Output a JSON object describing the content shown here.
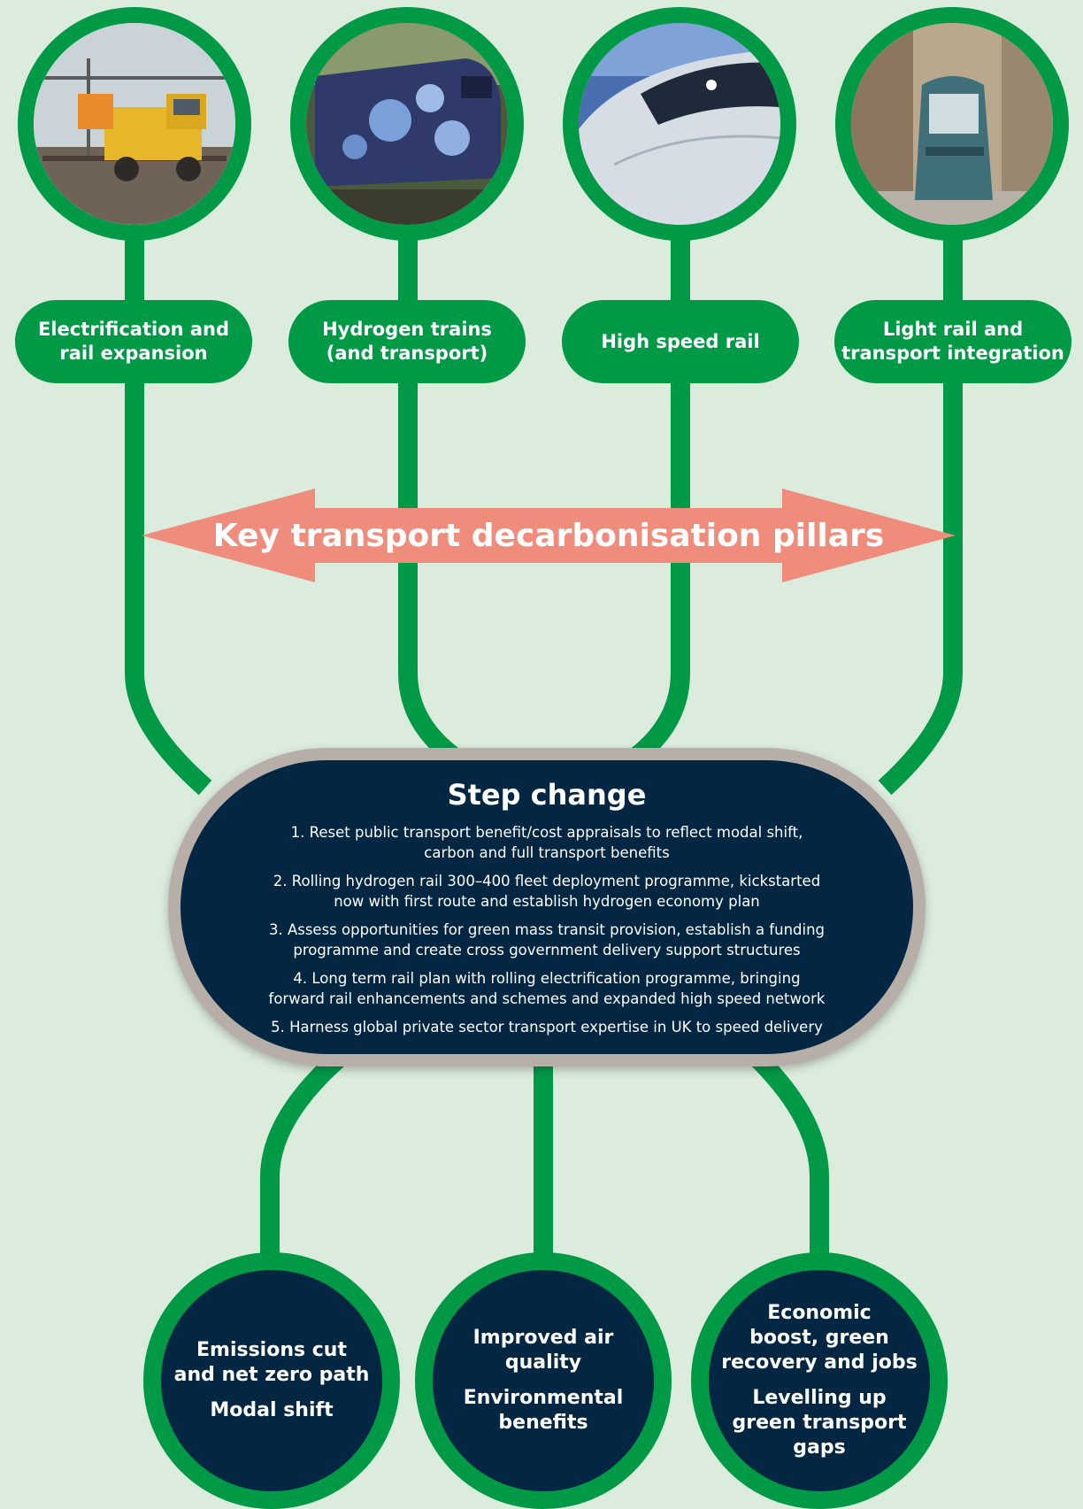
{
  "pillars": [
    {
      "label": "Electrification and\nrail expansion",
      "photo": "overhead-line-maintenance-truck"
    },
    {
      "label": "Hydrogen trains\n(and transport)",
      "photo": "hydrogen-train"
    },
    {
      "label": "High speed rail",
      "photo": "high-speed-train-nose"
    },
    {
      "label": "Light rail and\ntransport integration",
      "photo": "city-tram"
    }
  ],
  "banner": {
    "text": "Key transport decarbonisation pillars"
  },
  "step_change": {
    "title": "Step change",
    "items": [
      "1. Reset public transport benefit/cost appraisals to reflect modal shift,\ncarbon and full transport benefits",
      "2. Rolling hydrogen rail 300–400 fleet deployment programme, kickstarted\nnow with first route and establish hydrogen economy plan",
      "3. Assess opportunities for green mass transit provision, establish a funding\nprogramme and create cross government delivery support structures",
      "4. Long term rail plan with rolling electrification programme, bringing\nforward rail enhancements and schemes and expanded high speed network",
      "5. Harness global private sector transport expertise in UK to speed delivery"
    ]
  },
  "outcomes": [
    {
      "lines": [
        "Emissions cut\nand net zero path",
        "Modal shift"
      ]
    },
    {
      "lines": [
        "Improved air\nquality",
        "Environmental\nbenefits"
      ]
    },
    {
      "lines": [
        "Economic\nboost, green\nrecovery and jobs",
        "Levelling up\ngreen transport\ngaps"
      ]
    }
  ],
  "colors": {
    "green": "#009a47",
    "navy": "#032742",
    "salmon": "#f08c7c",
    "background": "#dcecdc",
    "rim": "#b8aea8"
  }
}
